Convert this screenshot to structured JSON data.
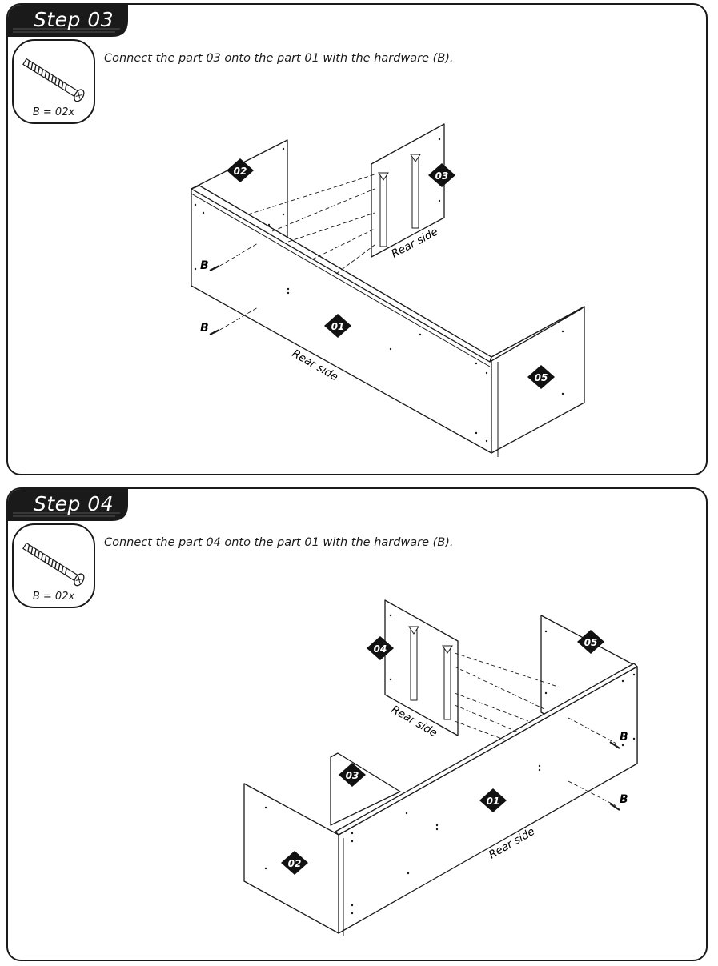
{
  "steps": [
    {
      "title": "Step 03",
      "instruction": "Connect the part 03 onto the part 01 with the hardware (B).",
      "hardware_label": "B = 02x",
      "parts": [
        "02",
        "03",
        "01",
        "05"
      ],
      "side_labels": [
        "Rear side",
        "Rear side"
      ],
      "hardware_marks": [
        "B",
        "B"
      ]
    },
    {
      "title": "Step 04",
      "instruction": "Connect the part 04 onto the part 01 with the hardware (B).",
      "hardware_label": "B = 02x",
      "parts": [
        "04",
        "05",
        "03",
        "01",
        "02"
      ],
      "side_labels": [
        "Rear side",
        "Rear side"
      ],
      "hardware_marks": [
        "B",
        "B"
      ]
    }
  ],
  "icons": {
    "screw": "screw-icon",
    "badge": "part-number-badge"
  },
  "colors": {
    "ink": "#1a1a1a",
    "badge": "#111111",
    "background": "#ffffff"
  }
}
